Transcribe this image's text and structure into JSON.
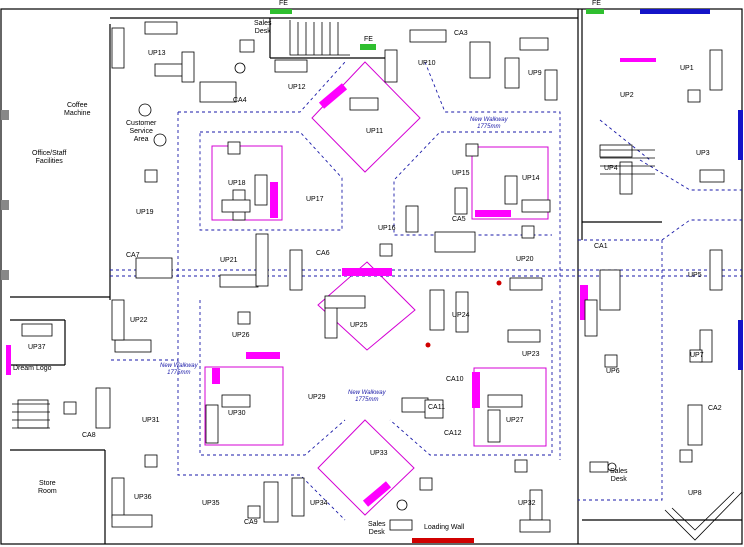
{
  "colors": {
    "wall": "#000000",
    "zone_outline": "#d400d4",
    "display_fill": "#ff00ff",
    "walkway": "#1a1aa8",
    "exit_marker": "#2fbf2f",
    "window_marker": "#1414c8",
    "entrance_marker": "#d00000"
  },
  "fire_exits": {
    "left": "FE",
    "right": "FE",
    "inner": "FE"
  },
  "rooms": {
    "coffee": "Coffee\nMachine",
    "office": "Office/Staff\nFacilities",
    "customer": "Customer\nService\nArea",
    "dream": "Dream Logo",
    "store": "Store\nRoom",
    "loading": "Loading Wall"
  },
  "walkways": {
    "left": "New Walkway\n1775mm",
    "top": "New Walkway\n1775mm",
    "bottom": "New Walkway\n1775mm"
  },
  "sales_desks": {
    "top": "Sales\nDesk",
    "bottom": "Sales\nDesk",
    "right": "Sales\nDesk"
  },
  "units": {
    "up1": "UP1",
    "up2": "UP2",
    "up3": "UP3",
    "up4": "UP4",
    "up5": "UP5",
    "up6": "UP6",
    "up7": "UP7",
    "up8": "UP8",
    "up9": "UP9",
    "up10": "UP10",
    "up11": "UP11",
    "up12": "UP12",
    "up13": "UP13",
    "up14": "UP14",
    "up15": "UP15",
    "up16": "UP16",
    "up17": "UP17",
    "up18": "UP18",
    "up19": "UP19",
    "up20": "UP20",
    "up21": "UP21",
    "up22": "UP22",
    "up23": "UP23",
    "up24": "UP24",
    "up25": "UP25",
    "up26": "UP26",
    "up27": "UP27",
    "up29": "UP29",
    "up30": "UP30",
    "up31": "UP31",
    "up32": "UP32",
    "up33": "UP33",
    "up34": "UP34",
    "up35": "UP35",
    "up36": "UP36",
    "up37": "UP37"
  },
  "casegoods": {
    "ca1": "CA1",
    "ca2": "CA2",
    "ca3": "CA3",
    "ca4": "CA4",
    "ca5": "CA5",
    "ca6": "CA6",
    "ca7": "CA7",
    "ca8": "CA8",
    "ca9": "CA9",
    "ca10": "CA10",
    "ca11": "CA11",
    "ca12": "CA12"
  }
}
